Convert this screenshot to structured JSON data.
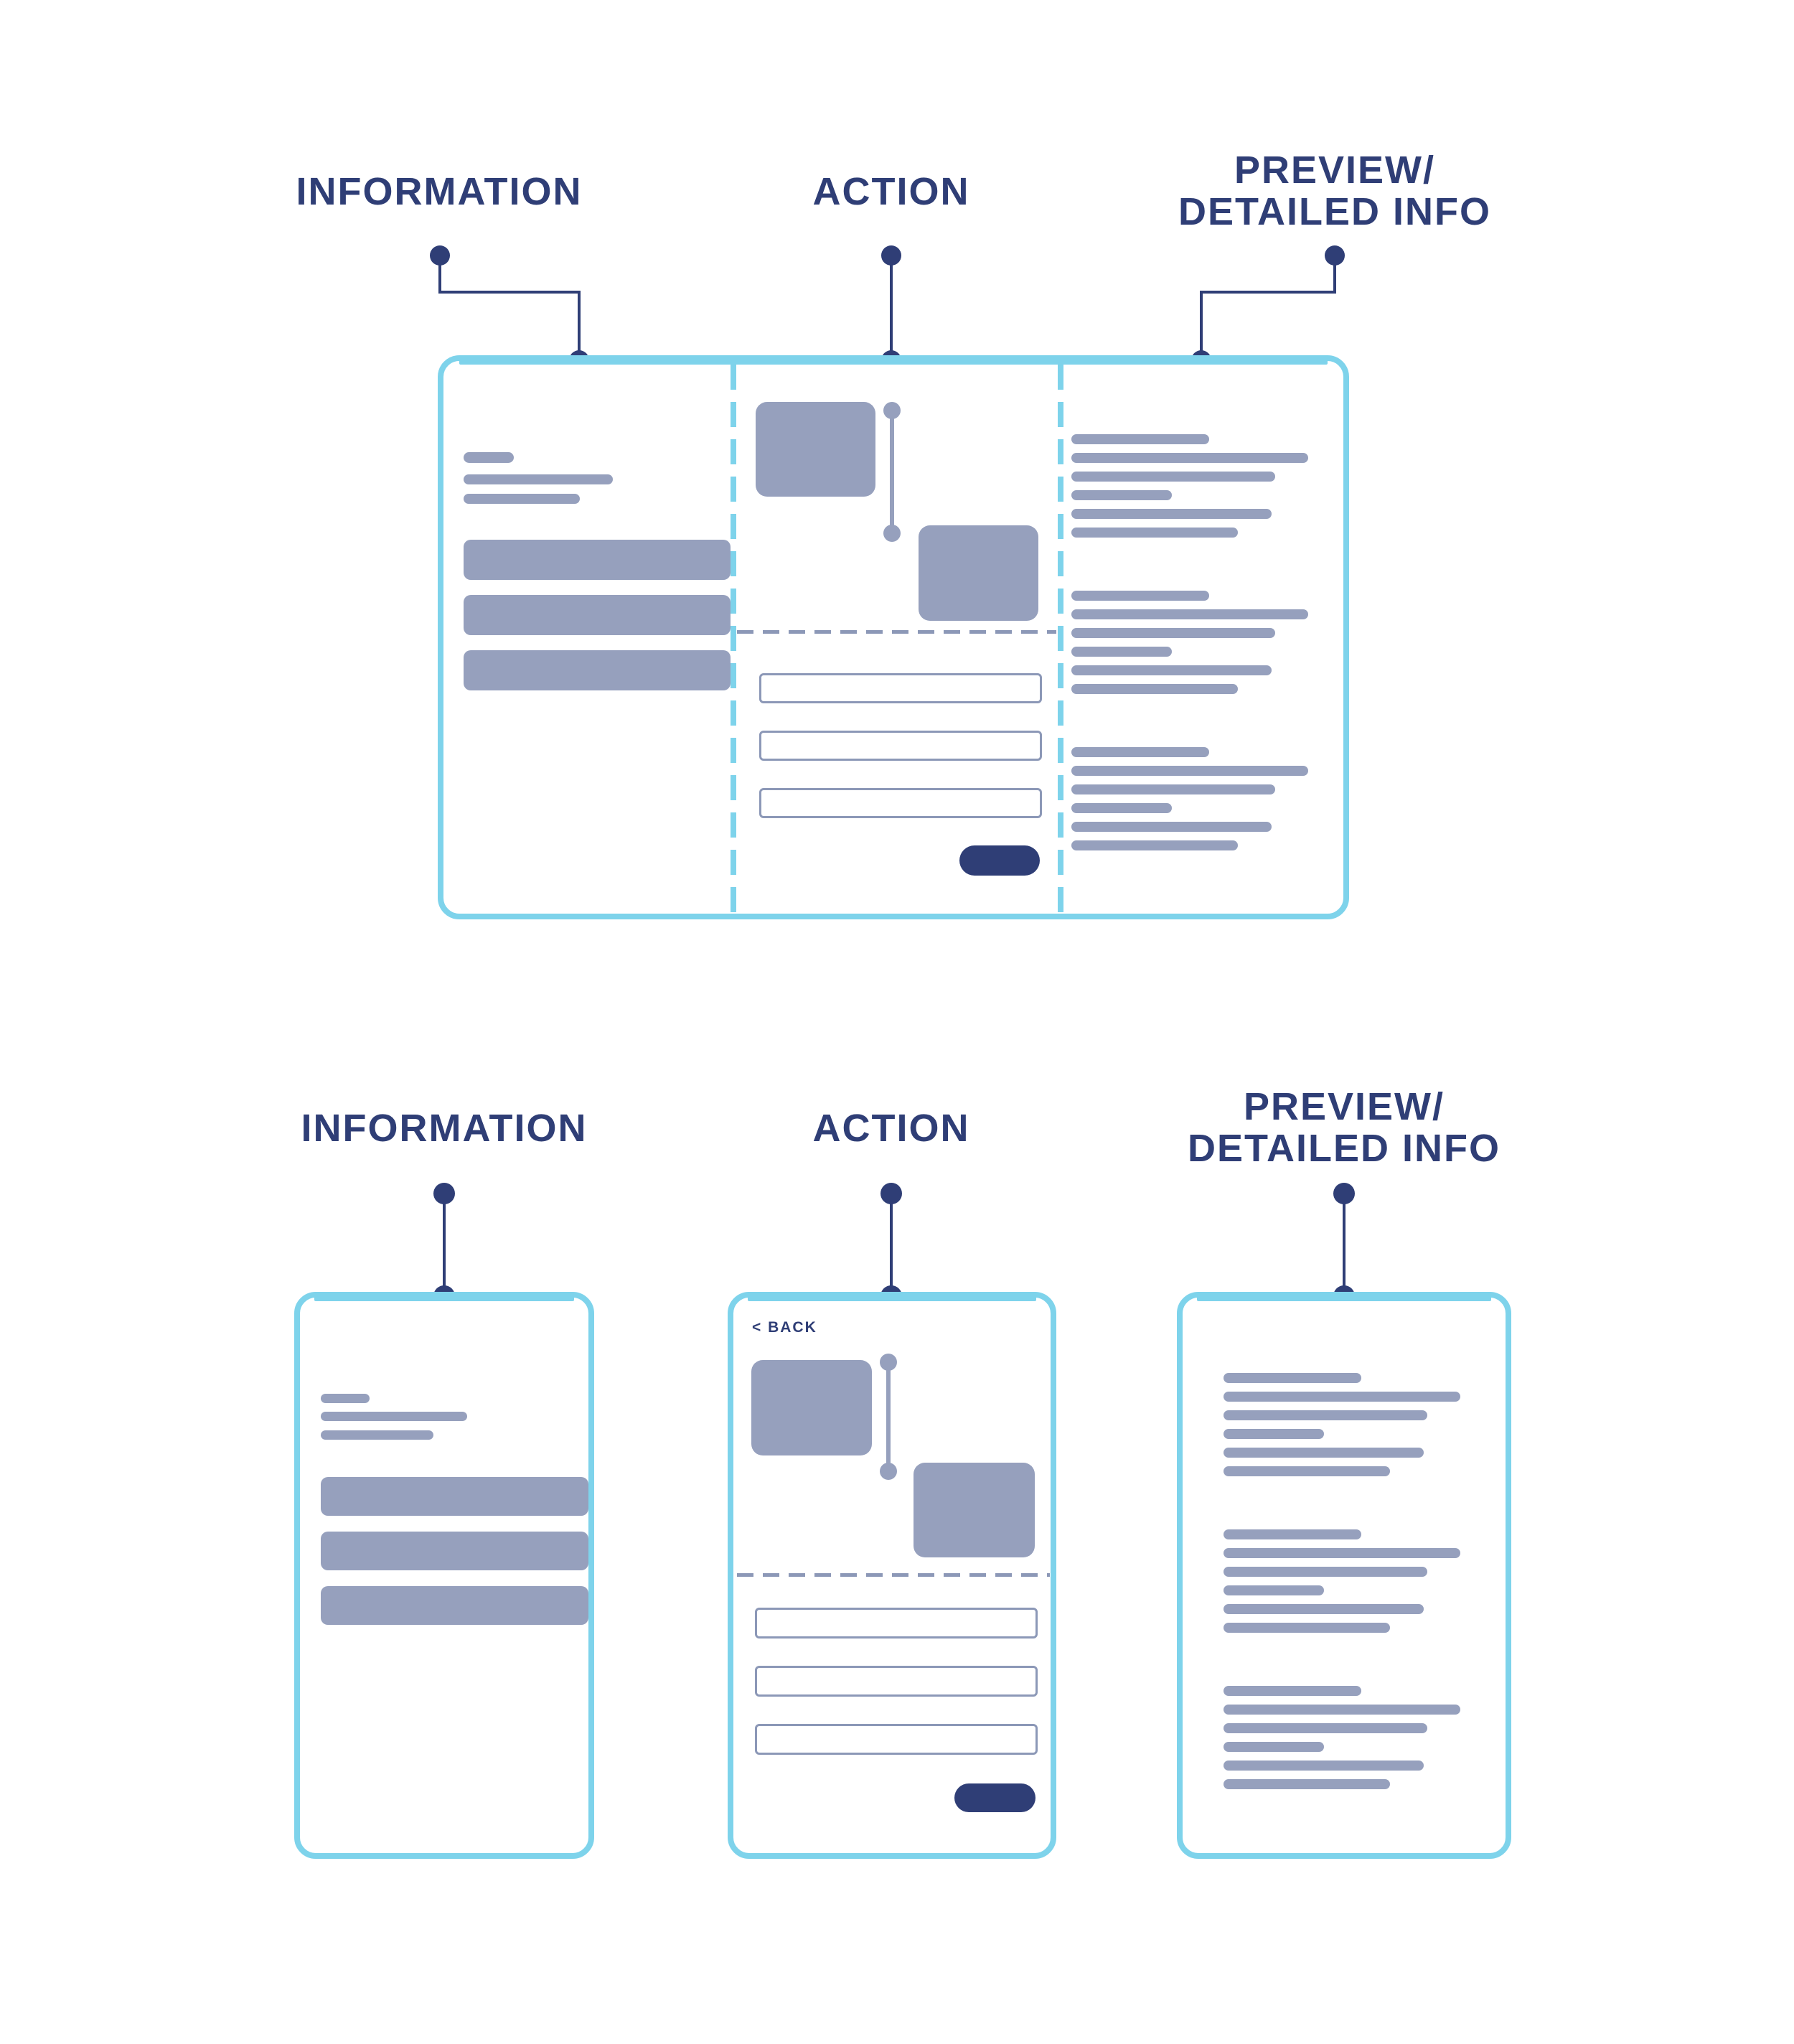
{
  "colors": {
    "cyan": "#7ED3EB",
    "navy": "#2F3E76",
    "gray": "#96A0BD",
    "stroke": "#8C98B7"
  },
  "desktop_section": {
    "labels": {
      "information": "INFORMATION",
      "action": "ACTION",
      "preview_line1": "PREVIEW/",
      "preview_line2": "DETAILED INFO"
    }
  },
  "mobile_section": {
    "labels": {
      "information": "INFORMATION",
      "action": "ACTION",
      "preview_line1": "PREVIEW/",
      "preview_line2": "DETAILED INFO"
    },
    "back_label": "< BACK"
  },
  "skeleton": {
    "preview_line_widths": [
      192,
      330,
      284,
      140,
      279,
      232
    ],
    "preview_group_count": 3,
    "info_block_count": 3,
    "input_count": 3
  }
}
